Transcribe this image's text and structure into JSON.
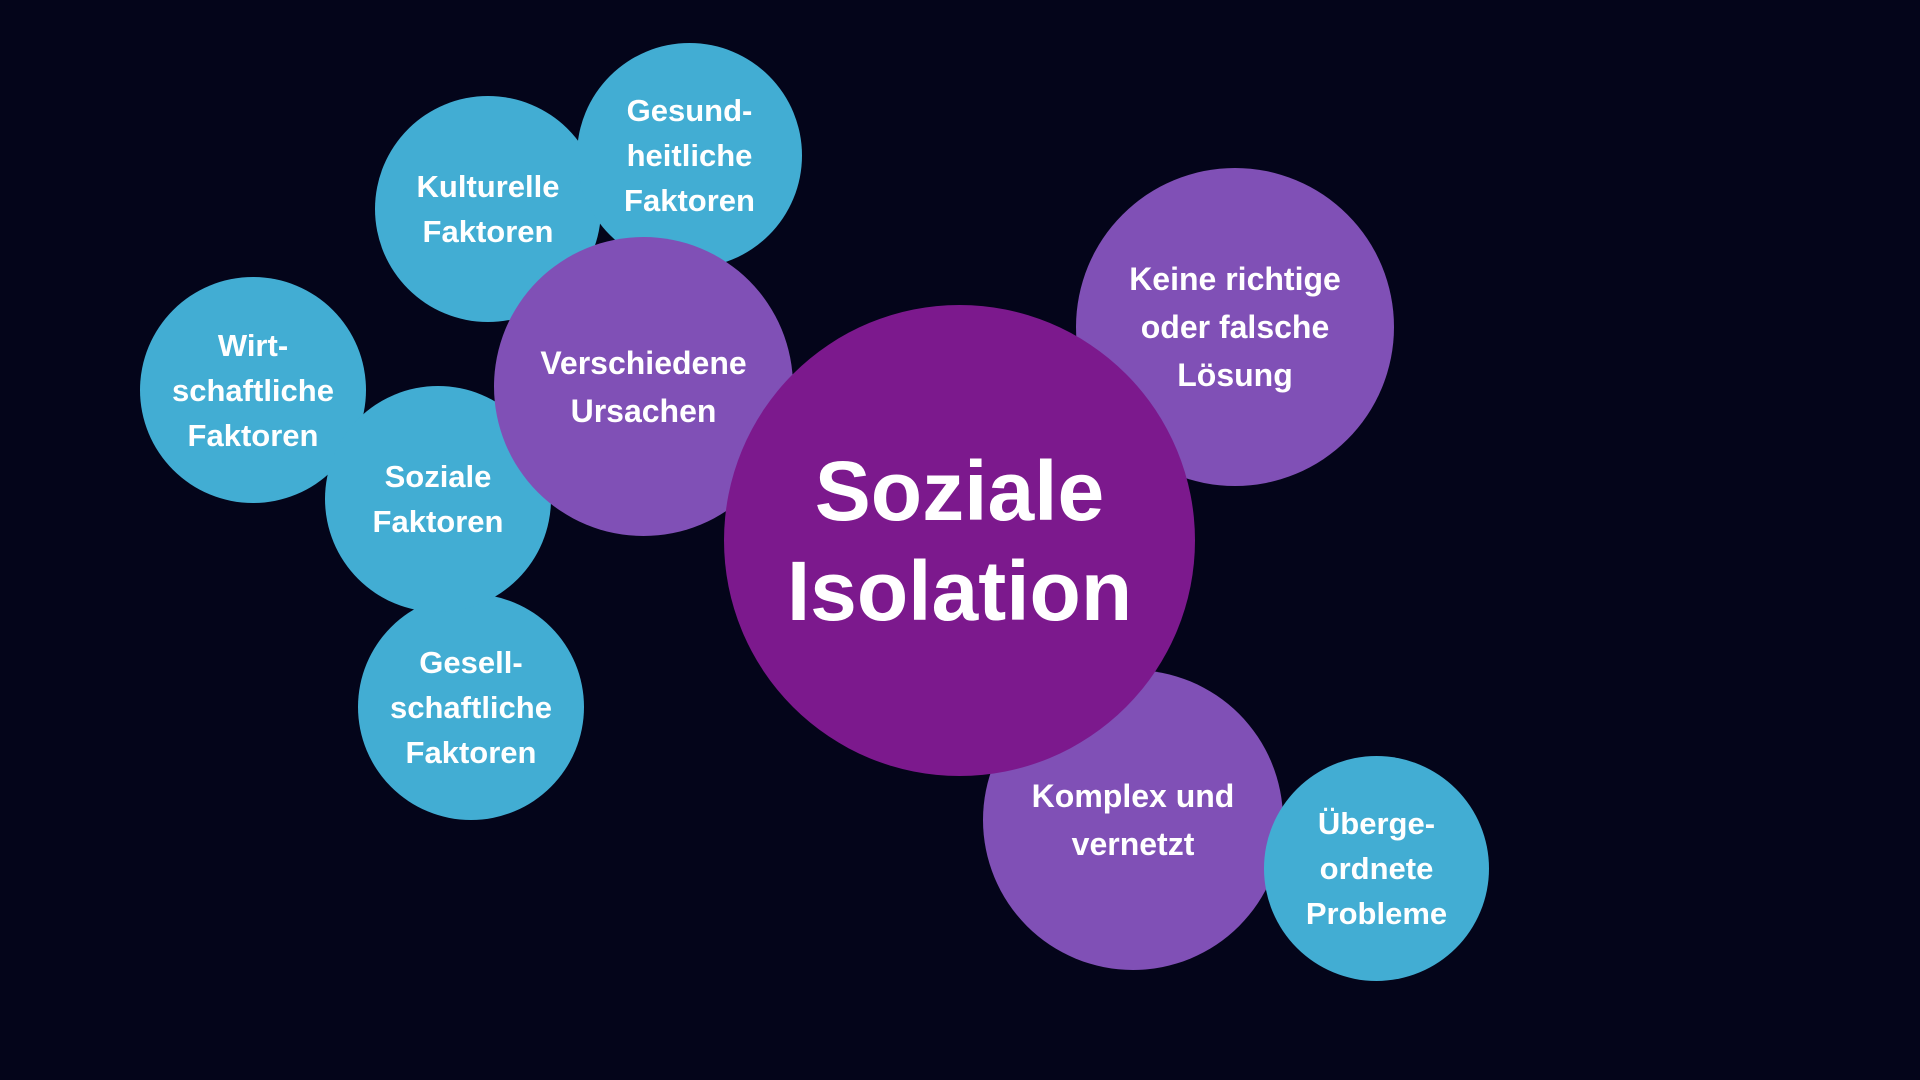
{
  "colors": {
    "background": "#04051a",
    "center": "#7c198d",
    "secondary": "#8050b6",
    "tertiary": "#42add3",
    "text": "#ffffff"
  },
  "diagram": {
    "center": "Soziale\nIsolation",
    "nodes": {
      "verschiedene_ursachen": "Verschiedene\nUrsachen",
      "kulturelle_faktoren": "Kulturelle\nFaktoren",
      "gesundheitliche_faktoren": "Gesund-\nheitliche\nFaktoren",
      "wirtschaftliche_faktoren": "Wirt-\nschaftliche\nFaktoren",
      "soziale_faktoren": "Soziale\nFaktoren",
      "gesellschaftliche_faktoren": "Gesell-\nschaftliche\nFaktoren",
      "keine_richtige_loesung": "Keine richtige\noder falsche\nLösung",
      "komplex_vernetzt": "Komplex und\nvernetzt",
      "uebergeordnete_probleme": "Überge-\nordnete\nProbleme"
    }
  }
}
